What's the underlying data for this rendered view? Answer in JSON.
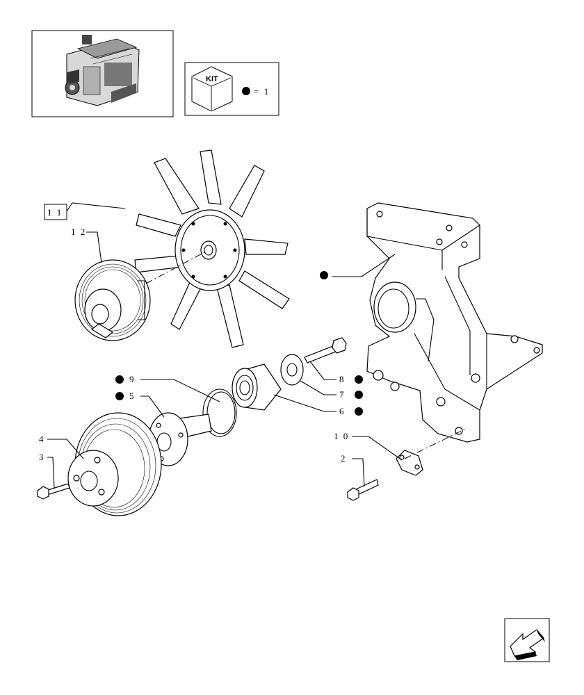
{
  "kit_box": {
    "kit_label": "KIT",
    "legend_text": "= 1"
  },
  "callouts": [
    {
      "id": "11",
      "text": "1 1"
    },
    {
      "id": "12",
      "text": "1 2"
    },
    {
      "id": "9",
      "text": "9"
    },
    {
      "id": "5",
      "text": "5"
    },
    {
      "id": "4",
      "text": "4"
    },
    {
      "id": "3",
      "text": "3"
    },
    {
      "id": "8",
      "text": "8"
    },
    {
      "id": "7",
      "text": "7"
    },
    {
      "id": "6",
      "text": "6"
    },
    {
      "id": "10",
      "text": "1 0"
    },
    {
      "id": "2",
      "text": "2"
    }
  ],
  "nav": {
    "icon": "back-arrow-icon"
  },
  "colors": {
    "line": "#000000",
    "background": "#ffffff"
  }
}
